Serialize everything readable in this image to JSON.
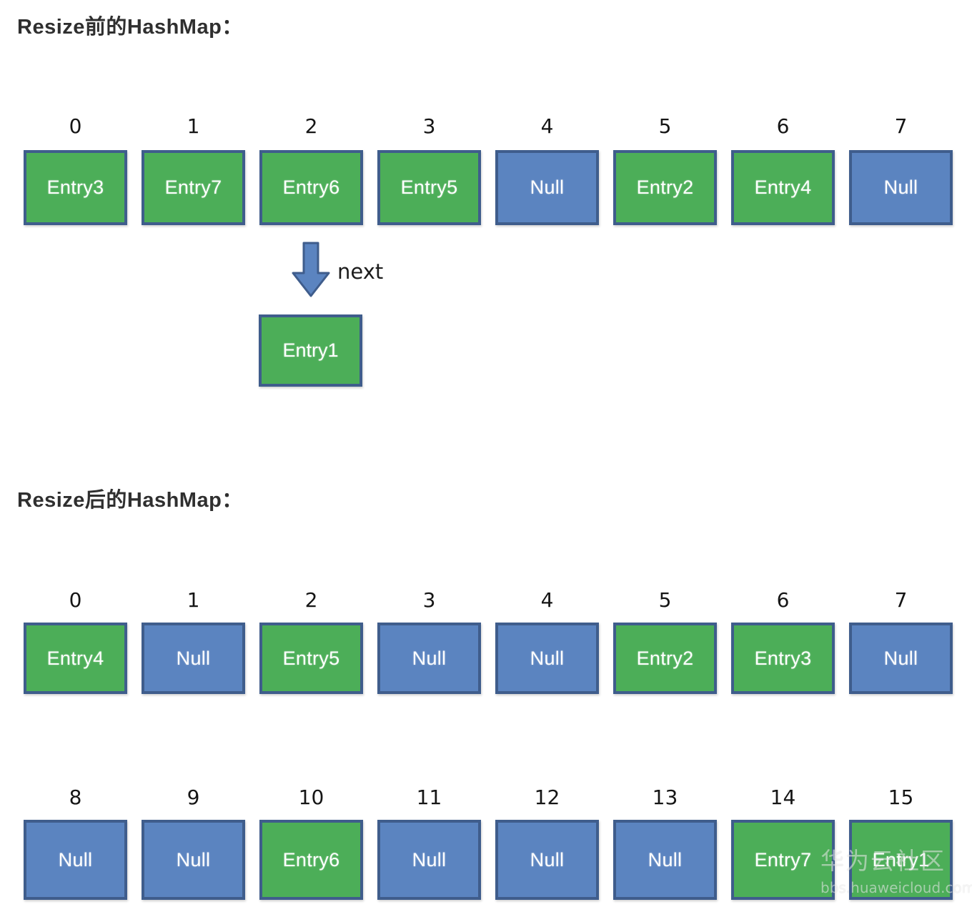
{
  "diagram": {
    "before": {
      "title": "Resize前的HashMap：",
      "indices": [
        "0",
        "1",
        "2",
        "3",
        "4",
        "5",
        "6",
        "7"
      ],
      "buckets": [
        {
          "label": "Entry3",
          "kind": "entry"
        },
        {
          "label": "Entry7",
          "kind": "entry"
        },
        {
          "label": "Entry6",
          "kind": "entry"
        },
        {
          "label": "Entry5",
          "kind": "entry"
        },
        {
          "label": "Null",
          "kind": "null"
        },
        {
          "label": "Entry2",
          "kind": "entry"
        },
        {
          "label": "Entry4",
          "kind": "entry"
        },
        {
          "label": "Null",
          "kind": "null"
        }
      ],
      "chain": {
        "from_index": "2",
        "arrow_label": "next",
        "node": {
          "label": "Entry1",
          "kind": "entry"
        }
      }
    },
    "after": {
      "title": "Resize后的HashMap：",
      "row1": {
        "indices": [
          "0",
          "1",
          "2",
          "3",
          "4",
          "5",
          "6",
          "7"
        ],
        "buckets": [
          {
            "label": "Entry4",
            "kind": "entry"
          },
          {
            "label": "Null",
            "kind": "null"
          },
          {
            "label": "Entry5",
            "kind": "entry"
          },
          {
            "label": "Null",
            "kind": "null"
          },
          {
            "label": "Null",
            "kind": "null"
          },
          {
            "label": "Entry2",
            "kind": "entry"
          },
          {
            "label": "Entry3",
            "kind": "entry"
          },
          {
            "label": "Null",
            "kind": "null"
          }
        ]
      },
      "row2": {
        "indices": [
          "8",
          "9",
          "10",
          "11",
          "12",
          "13",
          "14",
          "15"
        ],
        "buckets": [
          {
            "label": "Null",
            "kind": "null"
          },
          {
            "label": "Null",
            "kind": "null"
          },
          {
            "label": "Entry6",
            "kind": "entry"
          },
          {
            "label": "Null",
            "kind": "null"
          },
          {
            "label": "Null",
            "kind": "null"
          },
          {
            "label": "Null",
            "kind": "null"
          },
          {
            "label": "Entry7",
            "kind": "entry"
          },
          {
            "label": "Entry1",
            "kind": "entry"
          }
        ]
      }
    }
  },
  "watermark": {
    "text": "华为云社区",
    "url": "bbs.huaweicloud.com"
  },
  "colors": {
    "entry_fill": "#4CAE58",
    "null_fill": "#5B84C0",
    "box_border": "#3f5d8c",
    "arrow_fill": "#5B84C0",
    "arrow_stroke": "#3f5d8c",
    "title_text": "#2f2f2f",
    "index_text": "#151515",
    "box_text": "#ffffff",
    "background": "#ffffff"
  }
}
